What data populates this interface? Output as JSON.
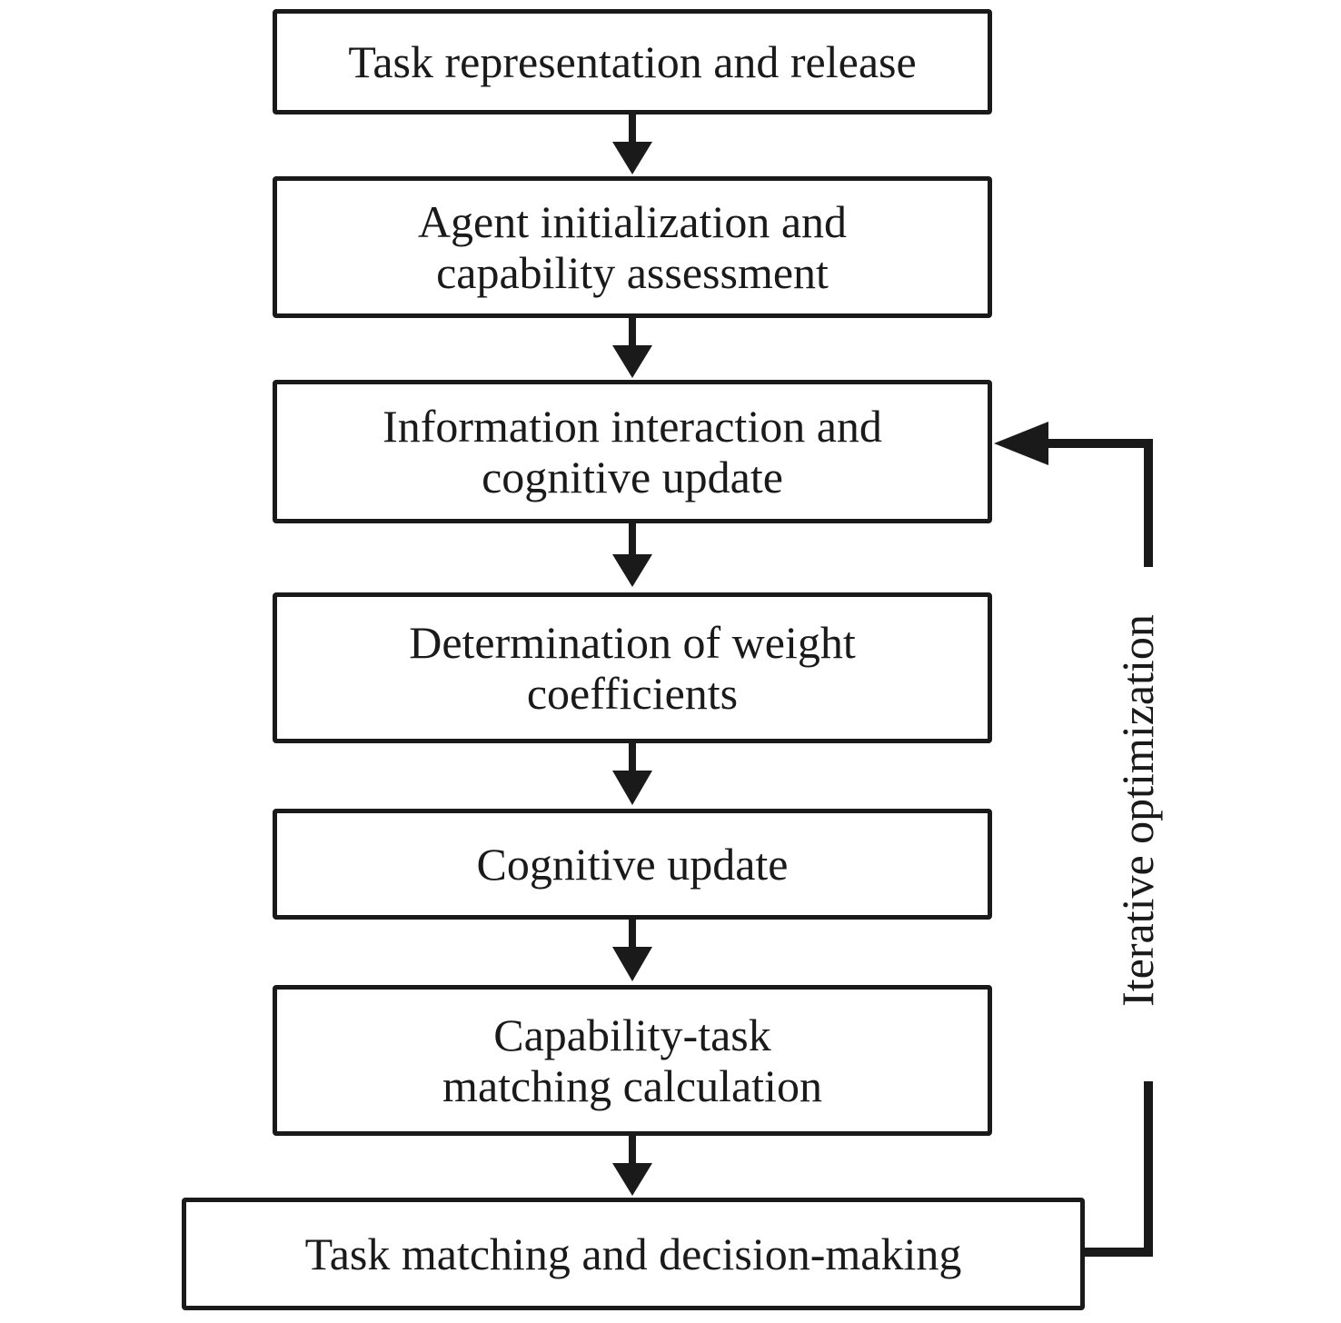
{
  "steps": [
    {
      "lines": [
        "Task representation and release"
      ]
    },
    {
      "lines": [
        "Agent initialization and",
        "capability assessment"
      ]
    },
    {
      "lines": [
        "Information interaction and",
        "cognitive update"
      ]
    },
    {
      "lines": [
        "Determination of weight",
        "coefficients"
      ]
    },
    {
      "lines": [
        "Cognitive update"
      ]
    },
    {
      "lines": [
        "Capability-task",
        "matching calculation"
      ]
    },
    {
      "lines": [
        "Task matching and decision-making"
      ]
    }
  ],
  "loop": {
    "label": "Iterative optimization"
  },
  "colors": {
    "stroke": "#1a1a1a",
    "background": "#ffffff"
  }
}
